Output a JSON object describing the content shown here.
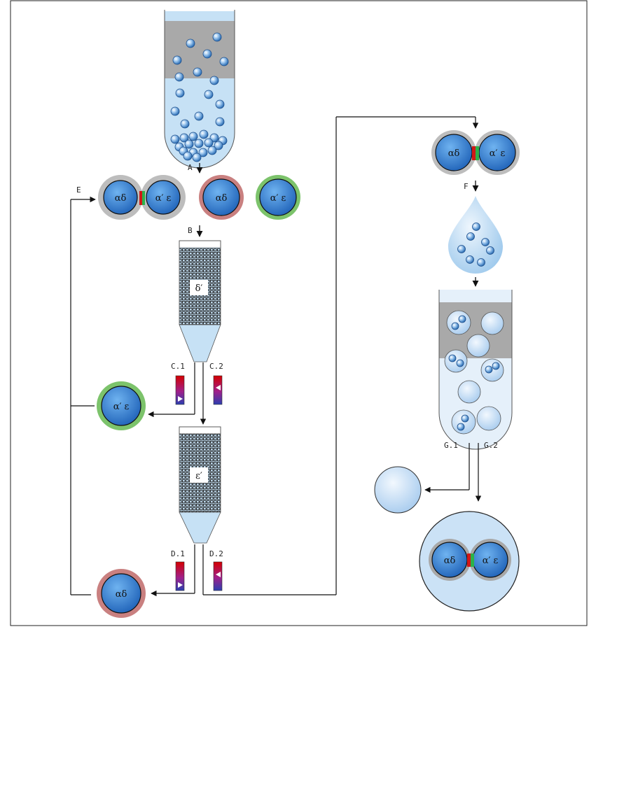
{
  "labels": {
    "A": "A",
    "B": "B",
    "C1": "C.1",
    "C2": "C.2",
    "D1": "D.1",
    "D2": "D.2",
    "E": "E",
    "F": "F",
    "G1": "G.1",
    "G2": "G.2"
  },
  "cells": {
    "ad": "αδ",
    "ae": "α′ ε",
    "d_prime": "δ′",
    "e_prime": "ε′"
  },
  "colors": {
    "cell_fill": "#2f7fd6",
    "ring_gray": "#b9b9b9",
    "ring_red": "#c98080",
    "ring_green": "#7cc36b",
    "tube_liquid": "#c6e1f5",
    "tube_top": "#aaaaaa",
    "linker_red": "#d01818",
    "linker_green": "#2bb24a"
  }
}
